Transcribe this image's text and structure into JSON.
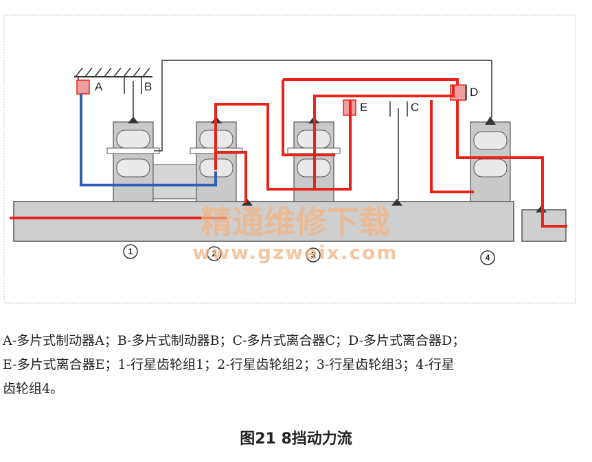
{
  "labels": {
    "brake_a": "A",
    "brake_b": "B",
    "clutch_c": "C",
    "clutch_d": "D",
    "clutch_e": "E",
    "set1": "1",
    "set2": "2",
    "set3": "3",
    "set4": "4"
  },
  "watermark": {
    "cn": "精通维修下载",
    "url": "www.gzweix.com"
  },
  "caption": {
    "line1": "A-多片式制动器A；B-多片式制动器B；C-多片式离合器C；D-多片式离合器D；",
    "line2": "E-多片式离合器E；1-行星齿轮组1；2-行星齿轮组2；3-行星齿轮组3；4-行星",
    "line3": "齿轮组4。"
  },
  "title": "图21 8挡动力流",
  "colors": {
    "power_flow": "#e8231c",
    "fixed_flow": "#2f5fb5",
    "component_gray": "#c9c9c9",
    "ring_gray": "#bdbdbd",
    "line_dark": "#333333",
    "brake_red": "#f0a0a0"
  }
}
